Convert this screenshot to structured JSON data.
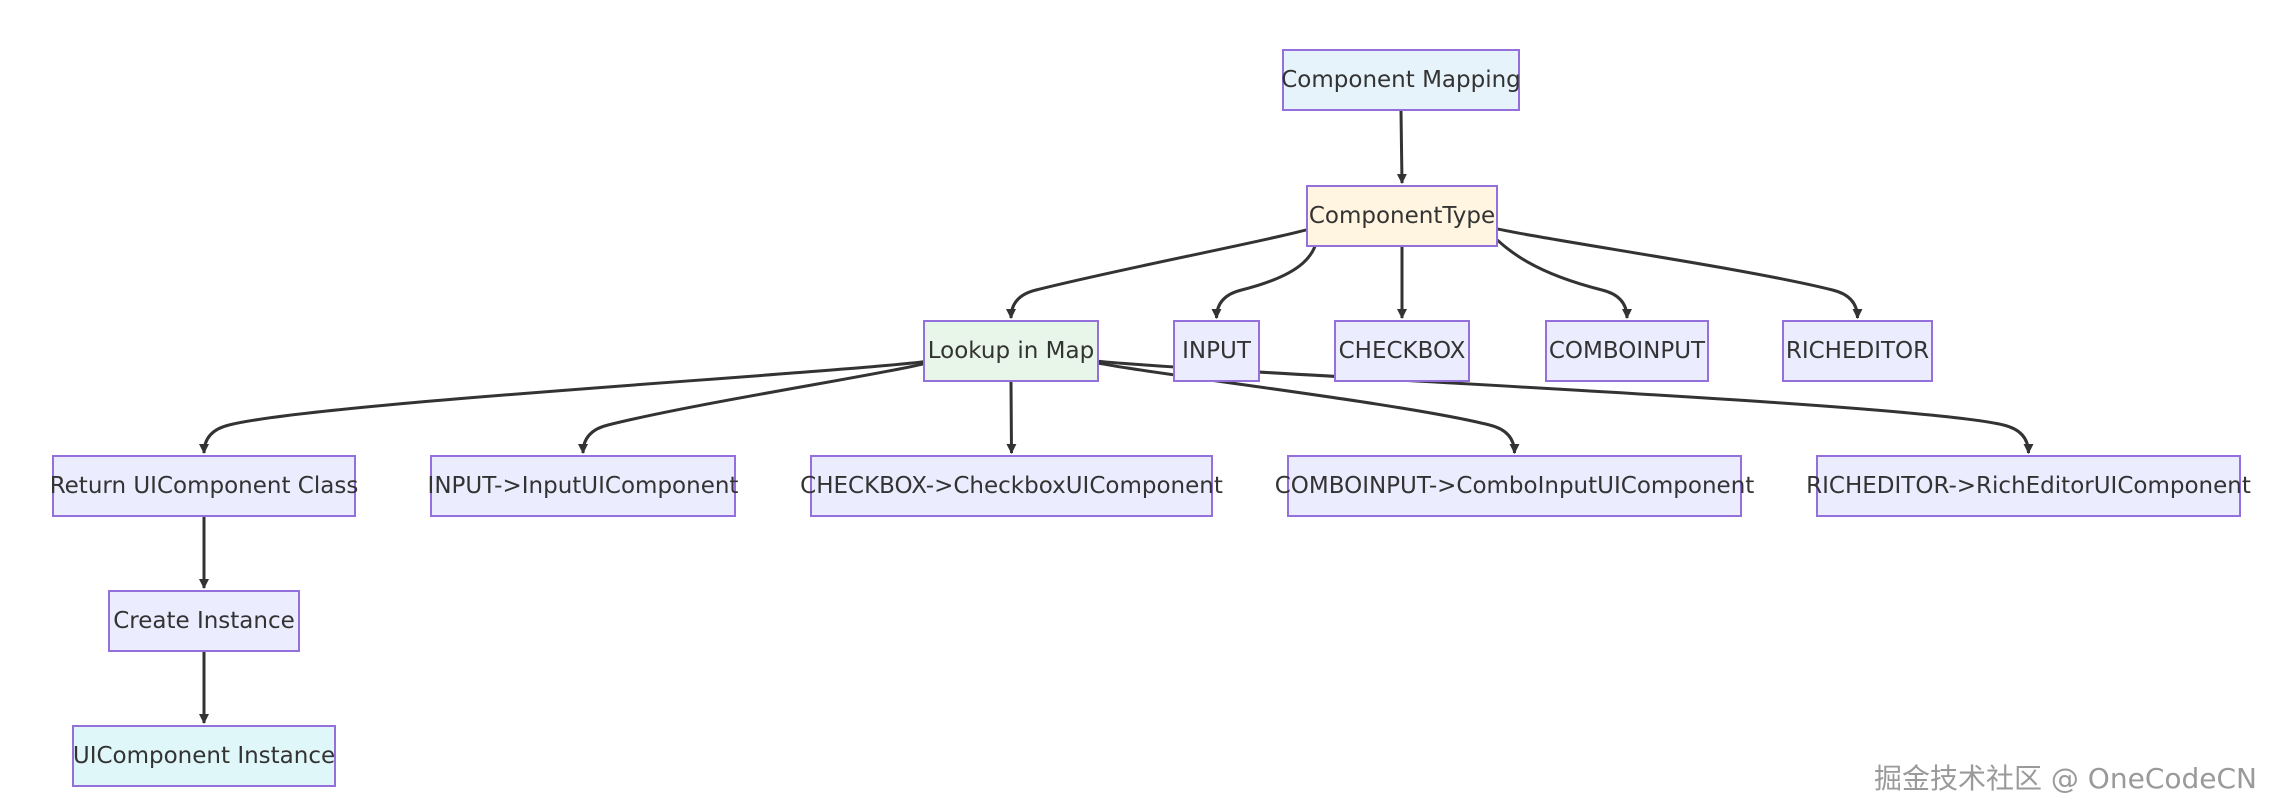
{
  "diagram": {
    "nodes": {
      "component_mapping": {
        "label": "Component Mapping",
        "fill": "#e6f3fb"
      },
      "component_type": {
        "label": "ComponentType",
        "fill": "#fff5e1"
      },
      "lookup_in_map": {
        "label": "Lookup in Map",
        "fill": "#e8f5e9"
      },
      "input": {
        "label": "INPUT",
        "fill": "#ececff"
      },
      "checkbox": {
        "label": "CHECKBOX",
        "fill": "#ececff"
      },
      "comboinput": {
        "label": "COMBOINPUT",
        "fill": "#ececff"
      },
      "richeditor": {
        "label": "RICHEDITOR",
        "fill": "#ececff"
      },
      "return_uicomponent_class": {
        "label": "Return UIComponent Class",
        "fill": "#ececff"
      },
      "input_map": {
        "label": "INPUT->InputUIComponent",
        "fill": "#ececff"
      },
      "checkbox_map": {
        "label": "CHECKBOX->CheckboxUIComponent",
        "fill": "#ececff"
      },
      "comboinput_map": {
        "label": "COMBOINPUT->ComboInputUIComponent",
        "fill": "#ececff"
      },
      "richeditor_map": {
        "label": "RICHEDITOR->RichEditorUIComponent",
        "fill": "#ececff"
      },
      "create_instance": {
        "label": "Create Instance",
        "fill": "#ececff"
      },
      "uicomponent_instance": {
        "label": "UIComponent Instance",
        "fill": "#e0f7fa"
      }
    },
    "edges": [
      {
        "from": "component_mapping",
        "to": "component_type"
      },
      {
        "from": "component_type",
        "to": "lookup_in_map"
      },
      {
        "from": "component_type",
        "to": "input"
      },
      {
        "from": "component_type",
        "to": "checkbox"
      },
      {
        "from": "component_type",
        "to": "comboinput"
      },
      {
        "from": "component_type",
        "to": "richeditor"
      },
      {
        "from": "lookup_in_map",
        "to": "return_uicomponent_class"
      },
      {
        "from": "lookup_in_map",
        "to": "input_map"
      },
      {
        "from": "lookup_in_map",
        "to": "checkbox_map"
      },
      {
        "from": "lookup_in_map",
        "to": "comboinput_map"
      },
      {
        "from": "lookup_in_map",
        "to": "richeditor_map"
      },
      {
        "from": "return_uicomponent_class",
        "to": "create_instance"
      },
      {
        "from": "create_instance",
        "to": "uicomponent_instance"
      }
    ],
    "colors": {
      "border": "#9370db",
      "edge": "#333333",
      "text": "#333333"
    }
  },
  "watermark": "掘金技术社区 @ OneCodeCN"
}
